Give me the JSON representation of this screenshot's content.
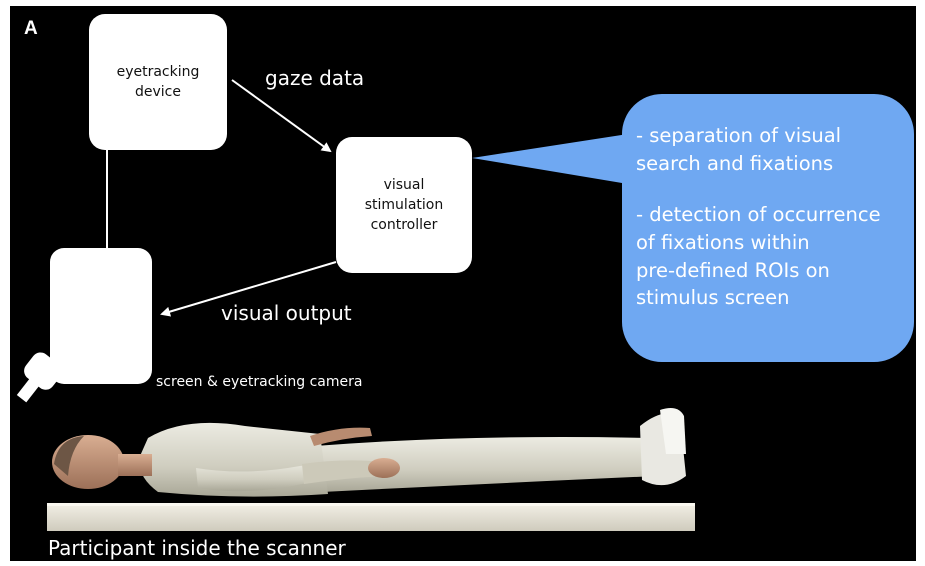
{
  "panel_label": "A",
  "nodes": {
    "eyetracking_device": [
      "eyetracking",
      "device"
    ],
    "controller": [
      "visual",
      "stimulation",
      "controller"
    ]
  },
  "edges": {
    "gaze_data": "gaze data",
    "visual_output": "visual output"
  },
  "screen_caption": "screen & eyetracking camera",
  "callout": {
    "color": "#6fa8f2",
    "point1": [
      "- separation of visual",
      "search and fixations"
    ],
    "point2": [
      "- detection of occurrence",
      "of fixations within",
      "pre-defined ROIs on",
      "stimulus screen"
    ]
  },
  "scanner_caption": "Participant inside the scanner"
}
